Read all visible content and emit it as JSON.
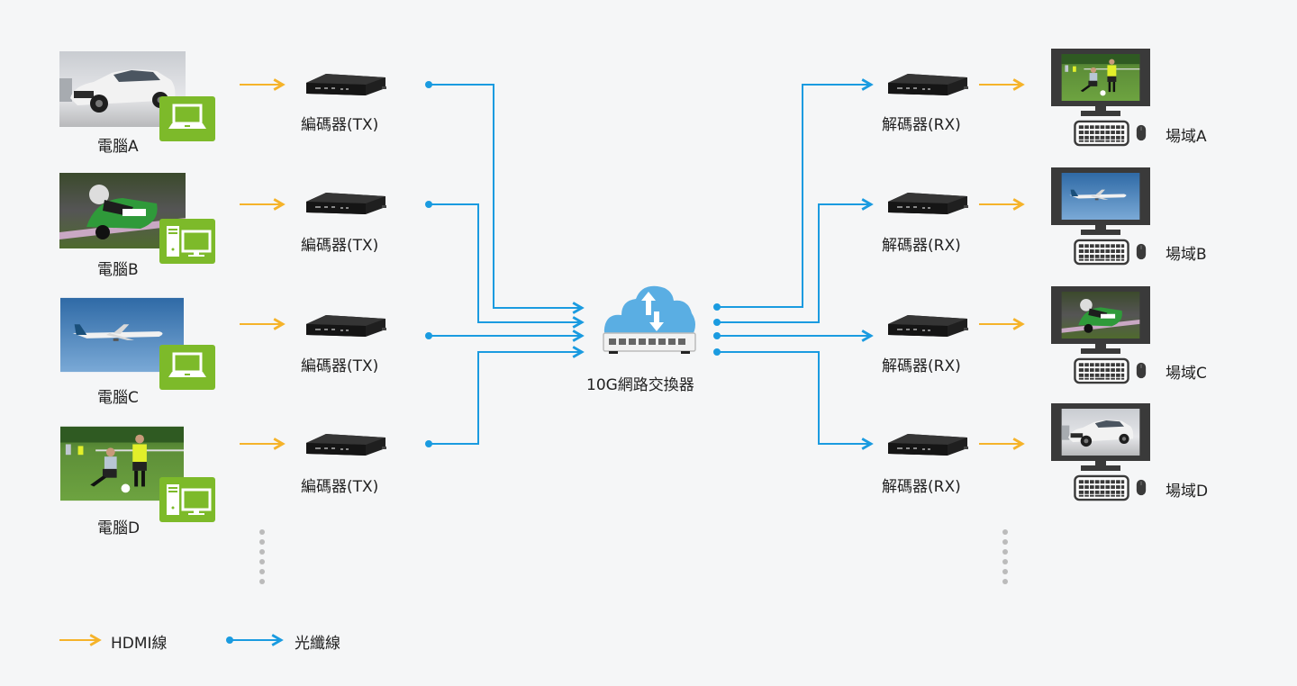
{
  "colors": {
    "background": "#f5f6f7",
    "hdmi": "#f5b32a",
    "fiber": "#1a9be0",
    "badge": "#7dba2a",
    "cloud": "#5aaee3",
    "device": "#2b2b2b",
    "monitor": "#3a3a3a"
  },
  "sources": [
    {
      "label": "電腦A",
      "image": "white-car",
      "badge_icon": "laptop-icon"
    },
    {
      "label": "電腦B",
      "image": "motorcycle-racer",
      "badge_icon": "desktop-pc-icon"
    },
    {
      "label": "電腦C",
      "image": "airplane",
      "badge_icon": "laptop-icon"
    },
    {
      "label": "電腦D",
      "image": "soccer-players",
      "badge_icon": "desktop-pc-icon"
    }
  ],
  "encoders": [
    {
      "label": "編碼器(TX)"
    },
    {
      "label": "編碼器(TX)"
    },
    {
      "label": "編碼器(TX)"
    },
    {
      "label": "編碼器(TX)"
    }
  ],
  "switch": {
    "label": "10G網路交換器",
    "icon": "cloud-switch-icon"
  },
  "decoders": [
    {
      "label": "解碼器(RX)"
    },
    {
      "label": "解碼器(RX)"
    },
    {
      "label": "解碼器(RX)"
    },
    {
      "label": "解碼器(RX)"
    }
  ],
  "destinations": [
    {
      "label": "場域A",
      "image": "soccer-players"
    },
    {
      "label": "場域B",
      "image": "airplane"
    },
    {
      "label": "場域C",
      "image": "motorcycle-racer"
    },
    {
      "label": "場域D",
      "image": "white-car"
    }
  ],
  "legend": [
    {
      "label": "HDMI線",
      "type": "hdmi"
    },
    {
      "label": "光纖線",
      "type": "fiber"
    }
  ]
}
